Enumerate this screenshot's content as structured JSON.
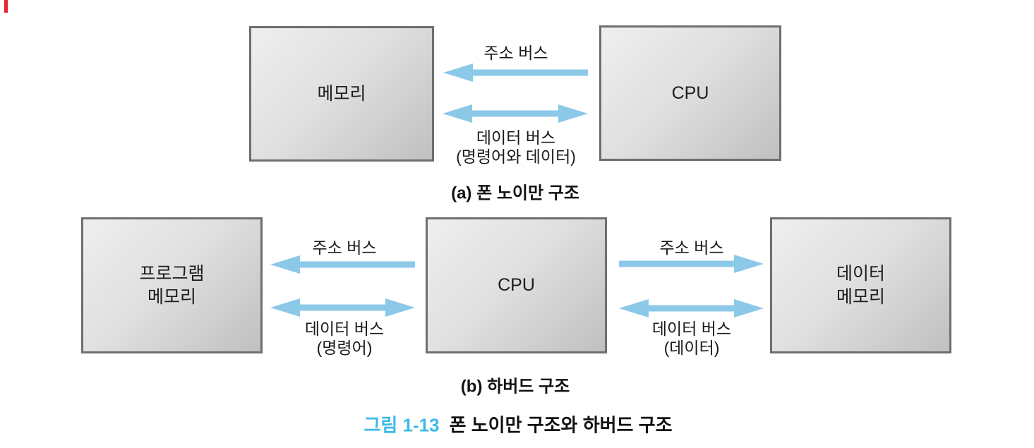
{
  "colors": {
    "arrow": "#8cc8e8",
    "box_border": "#6e6e6e",
    "figure_label_blue": "#3cb9e9"
  },
  "diagram_a": {
    "caption": "(a) 폰 노이만 구조",
    "boxes": {
      "memory": "메모리",
      "cpu": "CPU"
    },
    "buses": {
      "address": {
        "label": "주소 버스",
        "direction": "left"
      },
      "data": {
        "label": "데이터 버스",
        "sublabel": "(명령어와 데이터)",
        "direction": "both"
      }
    }
  },
  "diagram_b": {
    "caption": "(b) 하버드 구조",
    "boxes": {
      "program_memory_line1": "프로그램",
      "program_memory_line2": "메모리",
      "cpu": "CPU",
      "data_memory_line1": "데이터",
      "data_memory_line2": "메모리"
    },
    "left_buses": {
      "address": {
        "label": "주소 버스",
        "direction": "left"
      },
      "data": {
        "label": "데이터 버스",
        "sublabel": "(명령어)",
        "direction": "both"
      }
    },
    "right_buses": {
      "address": {
        "label": "주소 버스",
        "direction": "right"
      },
      "data": {
        "label": "데이터 버스",
        "sublabel": "(데이터)",
        "direction": "both"
      }
    }
  },
  "figure": {
    "label": "그림 1-13",
    "title": "폰 노이만 구조와 하버드 구조"
  }
}
